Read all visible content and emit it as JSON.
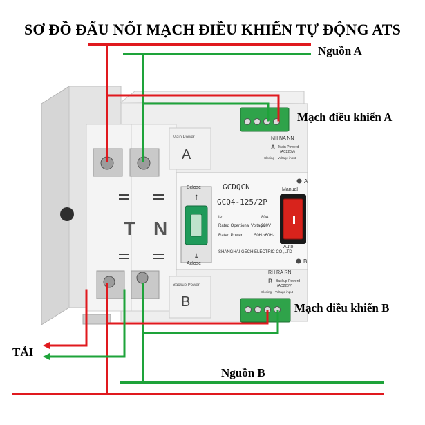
{
  "title": "SƠ ĐỒ ĐẤU NỐI MẠCH ĐIỀU KHIỂN TỰ ĐỘNG ATS",
  "labels": {
    "nguon_a": "Nguồn A",
    "nguon_b": "Nguồn B",
    "mach_a": "Mạch điều khiển A",
    "mach_b": "Mạch điều khiển B",
    "tai": "TẢI"
  },
  "device": {
    "brand": "GCDQCN",
    "model": "GCQ4-125/2P",
    "specs": {
      "ie": "Ie:",
      "ie_value": "80A",
      "voltage_label": "Rated Opertional Voltage:",
      "voltage_value": "230V",
      "power_label": "Rated Power:",
      "power_value": "50Hz/60Hz"
    },
    "maker": "SHANGHAI GECHIELECTRIC CO.,LTD",
    "main_power": "Main Power",
    "backup_power": "Backup Power",
    "letter_a": "A",
    "letter_b": "B",
    "pole_t": "T",
    "pole_n": "N",
    "bclose": "Bclose",
    "aclose": "Aclose",
    "manual": "Manual",
    "auto": "Auto",
    "term_a_labels": "NH NA NN",
    "term_b_labels": "RH RA RN",
    "term_a_letter": "A",
    "term_b_letter": "B",
    "term_note_line1": "Main Powerd",
    "term_note_line2": "(AC220V)",
    "term_note_b_line1": "Backup Powerd",
    "term_note_b_line2": "(AC220V)",
    "closing": "Closing",
    "voltage_input": "Voltage input",
    "indicator_a": "A",
    "indicator_b": "B"
  },
  "colors": {
    "live_wire": "#e0191e",
    "neutral_wire": "#1ea33a",
    "switch_handle": "#1f9a5a",
    "rocker": "#d8231c",
    "terminal_block": "#2fa34a",
    "body": "#ececec"
  }
}
